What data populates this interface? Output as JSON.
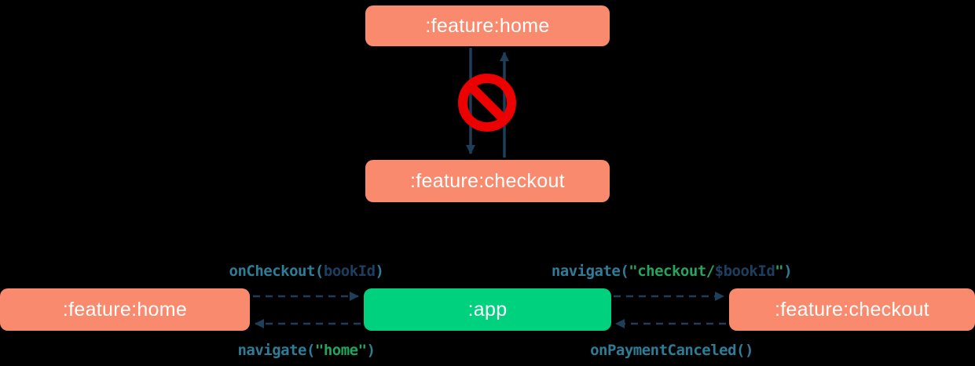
{
  "top": {
    "home_label": ":feature:home",
    "checkout_label": ":feature:checkout",
    "forbidden_icon": "no-entry-icon"
  },
  "bottom": {
    "home_label": ":feature:home",
    "app_label": ":app",
    "checkout_label": ":feature:checkout",
    "on_checkout": {
      "fn": "onCheckout(",
      "arg": "bookId",
      "close": ")"
    },
    "navigate_checkout": {
      "fn": "navigate(",
      "str_open": "\"checkout/",
      "variable": "$bookId",
      "str_close": "\"",
      "close": ")"
    },
    "navigate_home": {
      "fn": "navigate(",
      "str": "\"home\"",
      "close": ")"
    },
    "on_payment_canceled": {
      "fn": "onPaymentCanceled()"
    }
  },
  "colors": {
    "node-salmon": "#FA8A6D",
    "node-green": "#00D17E",
    "arrow-navy": "#1E3E59",
    "forbidden-red": "#EC0000",
    "code-fn": "#2F7C96",
    "code-string": "#27A35D",
    "code-variable": "#1D3E5E",
    "background": "#000000"
  }
}
